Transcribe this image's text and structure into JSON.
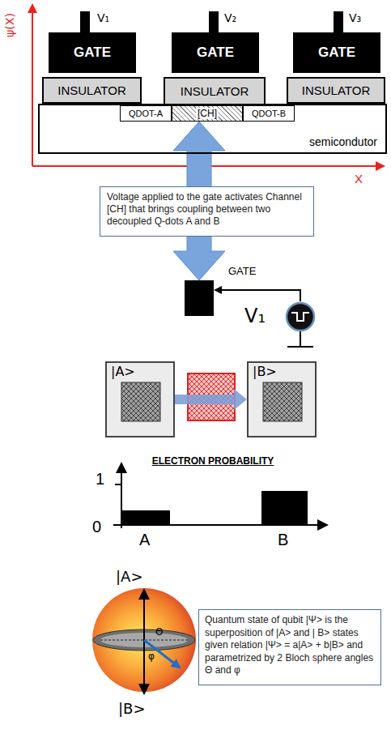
{
  "diagram": {
    "nodes": [
      {
        "text": [
          "GATE"
        ]
      },
      {
        "text": [
          "INSULATOR"
        ]
      },
      {
        "text": [
          "GATE"
        ]
      },
      {
        "text": [
          "INSULATOR"
        ]
      },
      {
        "text": [
          "GATE"
        ]
      },
      {
        "text": [
          "INSULATOR"
        ]
      },
      {
        "text": [
          "semicondutor"
        ]
      },
      {
        "text": [
          "QDOT-A"
        ],
        "in": 6
      },
      {
        "text": [
          "[CH]"
        ],
        "in": 6
      },
      {
        "text": [
          "QDOT-B"
        ],
        "in": 6
      },
      {
        "text": [
          "Voltage applied to the gate activates Channel [CH] that brings coupling between two decoupled Q-dots A and B"
        ]
      },
      {
        "text": [
          "GATE"
        ]
      },
      {
        "text": [
          "V₁"
        ]
      },
      {
        "text": [
          "|A>"
        ]
      },
      {
        "text": [
          "|B>"
        ]
      },
      {
        "text": [
          "Quantum state of qubit |Ψ> is the superposition of |A> and | B> states given relation |Ψ> = a|A> + b|B> and parametrized by 2 Bloch sphere angles Θ and φ"
        ]
      }
    ],
    "edges": [
      {
        "from": 8,
        "to": 11,
        "arrow": "both"
      },
      {
        "from": 12,
        "to": 11,
        "arrow": "to"
      },
      {
        "from": 13,
        "to": 14,
        "arrow": "to"
      }
    ],
    "labels": [
      "ψ(X)",
      "X",
      "V₁",
      "V₂",
      "V₃",
      "ELECTRON PROBABILITY",
      "1",
      "0",
      "A",
      "B",
      "|A>",
      "|B>",
      "Θ",
      "φ"
    ]
  }
}
